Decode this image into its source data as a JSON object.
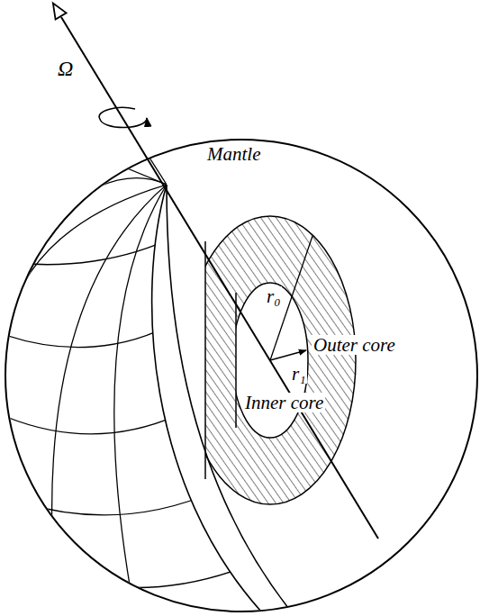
{
  "diagram": {
    "labels": [
      "Ω",
      "Mantle",
      "r₀",
      "Outer core",
      "r₁",
      "Inner core"
    ]
  }
}
